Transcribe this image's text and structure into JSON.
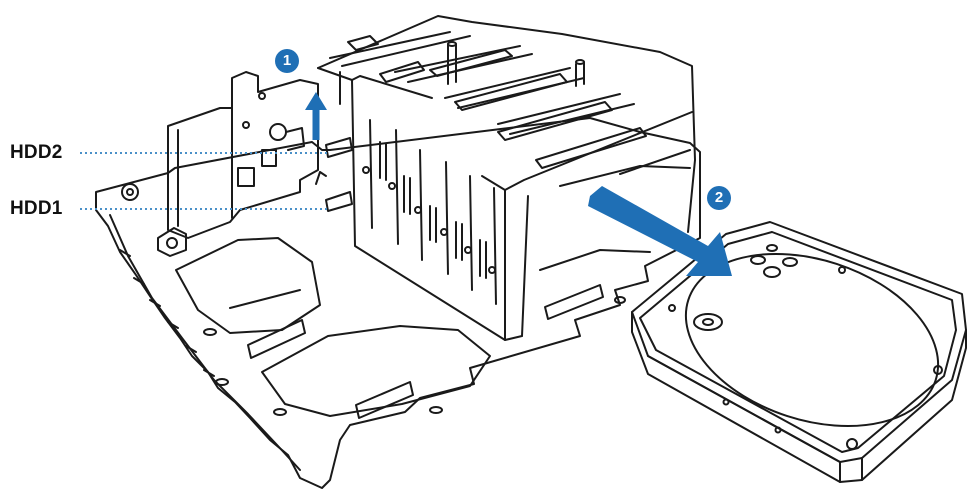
{
  "labels": {
    "hdd2": "HDD2",
    "hdd1": "HDD1"
  },
  "steps": [
    "1",
    "2"
  ],
  "colors": {
    "line": "#1a1a1a",
    "accent": "#1f6fb5",
    "leader": "#4a90c8",
    "background": "#ffffff"
  }
}
